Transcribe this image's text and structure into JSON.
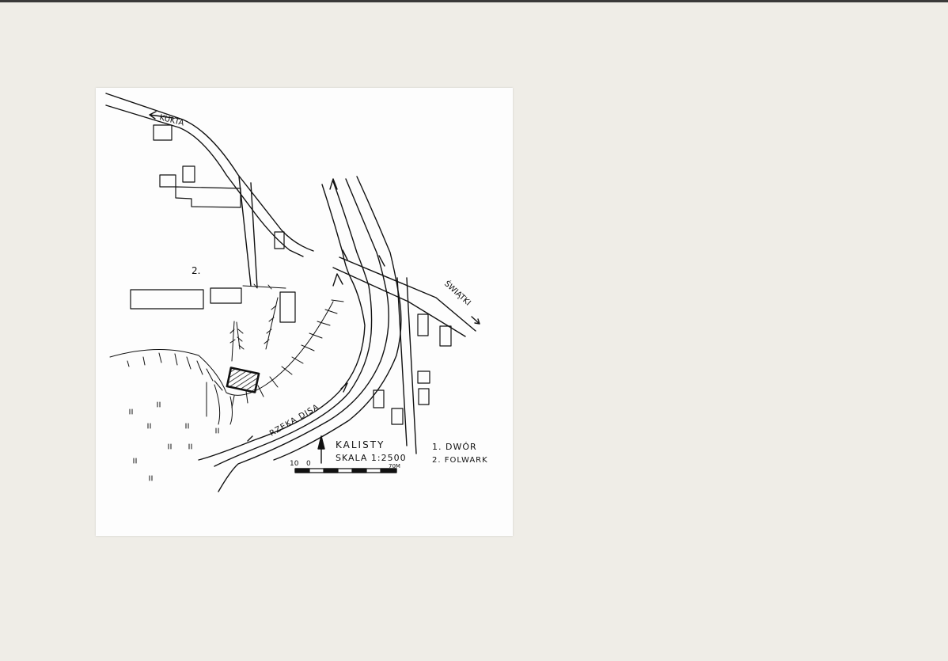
{
  "map": {
    "place_labels": {
      "kukta": "KUKTA",
      "swiatki": "ŚWIĄTKI",
      "river": "RZEKA DISA",
      "building_marker": "2."
    },
    "title": "KALISTY",
    "scale_text": "SKALA 1:2500",
    "scale_bar": {
      "left_label": "10",
      "zero_label": "0",
      "end_label": "70M"
    },
    "legend": [
      {
        "text": "1. DWÓR"
      },
      {
        "text": "2. FOLWARK"
      }
    ],
    "colors": {
      "ink": "#111111",
      "paper": "#fdfdfd",
      "background": "#efede7"
    },
    "icons": [
      "north-arrow-icon",
      "scale-bar-icon",
      "hatched-manor-icon"
    ]
  }
}
